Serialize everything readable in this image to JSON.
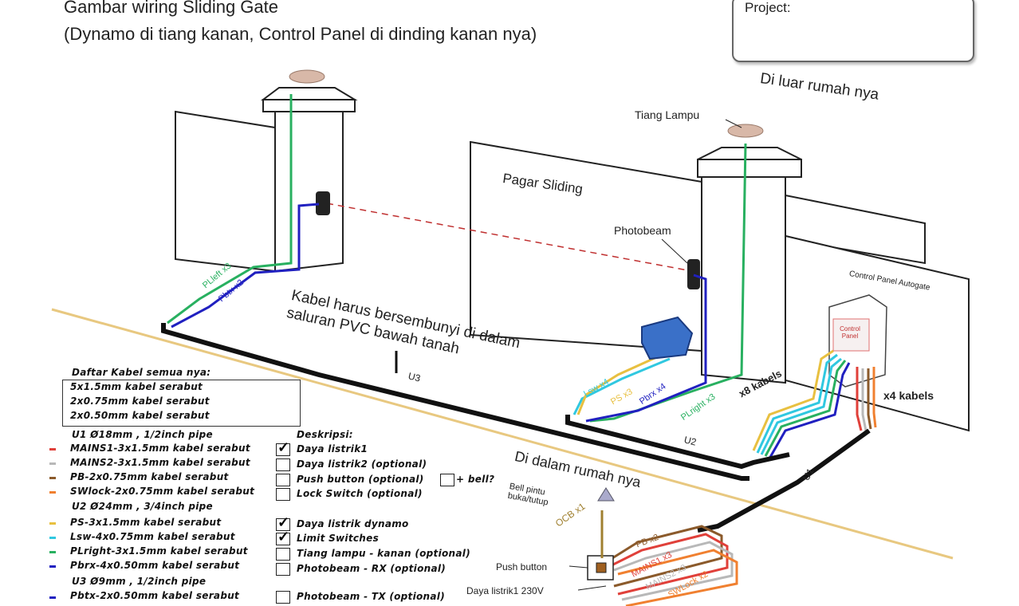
{
  "title": {
    "line1": "Gambar wiring Sliding Gate",
    "line2": "(Dynamo di tiang kanan, Control Panel di dinding kanan nya)"
  },
  "project": {
    "label": "Project:"
  },
  "labels": {
    "outside": "Di luar rumah nya",
    "inside": "Di dalam rumah nya",
    "tiang_lampu": "Tiang Lampu",
    "pagar": "Pagar Sliding",
    "photobeam": "Photobeam",
    "control_panel": "Control Panel Autogate",
    "cp_front": "Control Panel",
    "kabel_line1": "Kabel harus bersembunyi di dalam",
    "kabel_line2": "saluran PVC bawah tanah",
    "u1": "U1",
    "u2": "U2",
    "u3": "U3",
    "x8": "x8 kabels",
    "x4": "x4 kabels",
    "bell": "Bell pintu buka/tutup",
    "push_button": "Push button",
    "daya": "Daya listrik1 230V",
    "ocb": "OCB x1",
    "plleft": "PLleft x3",
    "pbtx": "Pbtx x2",
    "lsw": "Lsw x4",
    "ps": "PS x3",
    "pbrx": "Pbrx x4",
    "plright": "PLright x3",
    "pb2": "PB x2",
    "mains1": "MAINS1 x3",
    "mains2": "MAINS2 x3",
    "swlock": "SWLock x2"
  },
  "legend": {
    "title": "Daftar Kabel semua nya:",
    "boxed": [
      "5x1.5mm kabel serabut",
      "2x0.75mm kabel serabut",
      "2x0.50mm kabel serabut"
    ],
    "u1_header": "U1 Ø18mm , 1/2inch pipe",
    "u2_header": "U2 Ø24mm , 3/4inch pipe",
    "u3_header": "U3 Ø9mm , 1/2inch pipe",
    "cables_u1": [
      {
        "label": "MAINS1-3x1.5mm kabel serabut",
        "color": "#e0403a"
      },
      {
        "label": "MAINS2-3x1.5mm kabel serabut",
        "color": "#b8b8b8"
      },
      {
        "label": "PB-2x0.75mm kabel serabut",
        "color": "#8b5a2b"
      },
      {
        "label": "SWlock-2x0.75mm kabel serabut",
        "color": "#f08030"
      }
    ],
    "cables_u2": [
      {
        "label": "PS-3x1.5mm kabel serabut",
        "color": "#e8c040"
      },
      {
        "label": "Lsw-4x0.75mm kabel serabut",
        "color": "#30c8e0"
      },
      {
        "label": "PLright-3x1.5mm kabel serabut",
        "color": "#28b060"
      },
      {
        "label": "Pbrx-4x0.50mm kabel serabut",
        "color": "#2020c0"
      }
    ],
    "cables_u3": [
      {
        "label": "Pbtx-2x0.50mm kabel serabut",
        "color": "#2020c0"
      }
    ],
    "desc_title": "Deskripsi:",
    "descriptions": [
      {
        "label": "Daya listrik1",
        "checked": true
      },
      {
        "label": "Daya listrik2 (optional)",
        "checked": false
      },
      {
        "label": "Push button (optional)",
        "checked": false
      },
      {
        "label": "Lock Switch (optional)",
        "checked": false
      },
      {
        "label": "Daya listrik dynamo",
        "checked": true
      },
      {
        "label": "Limit Switches",
        "checked": true
      },
      {
        "label": "Tiang lampu - kanan (optional)",
        "checked": false
      },
      {
        "label": "Photobeam - RX (optional)",
        "checked": false
      },
      {
        "label": "Photobeam - TX (optional)",
        "checked": false
      }
    ],
    "bell_extra": "+ bell?",
    "check_mark": "✓"
  },
  "colors": {
    "pipe": "#111111",
    "green": "#28b060",
    "blue": "#2020c0",
    "cyan": "#30c8e0",
    "yellow": "#e8c040",
    "red": "#e0403a",
    "grey": "#b8b8b8",
    "brown": "#8b5a2b",
    "orange": "#f08030",
    "boundary": "#e8c880",
    "beam": "#c03030"
  }
}
